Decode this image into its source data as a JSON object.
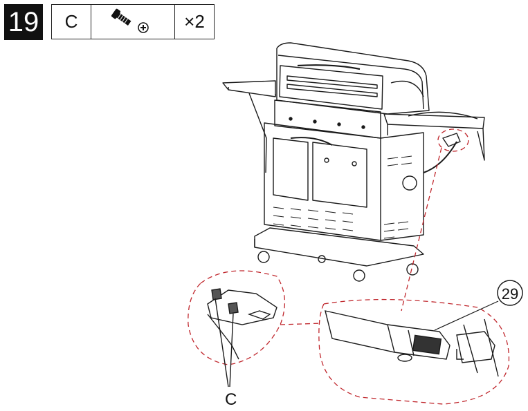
{
  "step": {
    "number": "19"
  },
  "parts": {
    "letter": "C",
    "icon": "screw-with-phillips-head-icon",
    "quantity": "×2"
  },
  "callouts": {
    "part_number": "29",
    "part_letter": "C"
  },
  "colors": {
    "line": "#1a1a1a",
    "dashed_callout": "#c0272d",
    "step_bg": "#111111"
  }
}
